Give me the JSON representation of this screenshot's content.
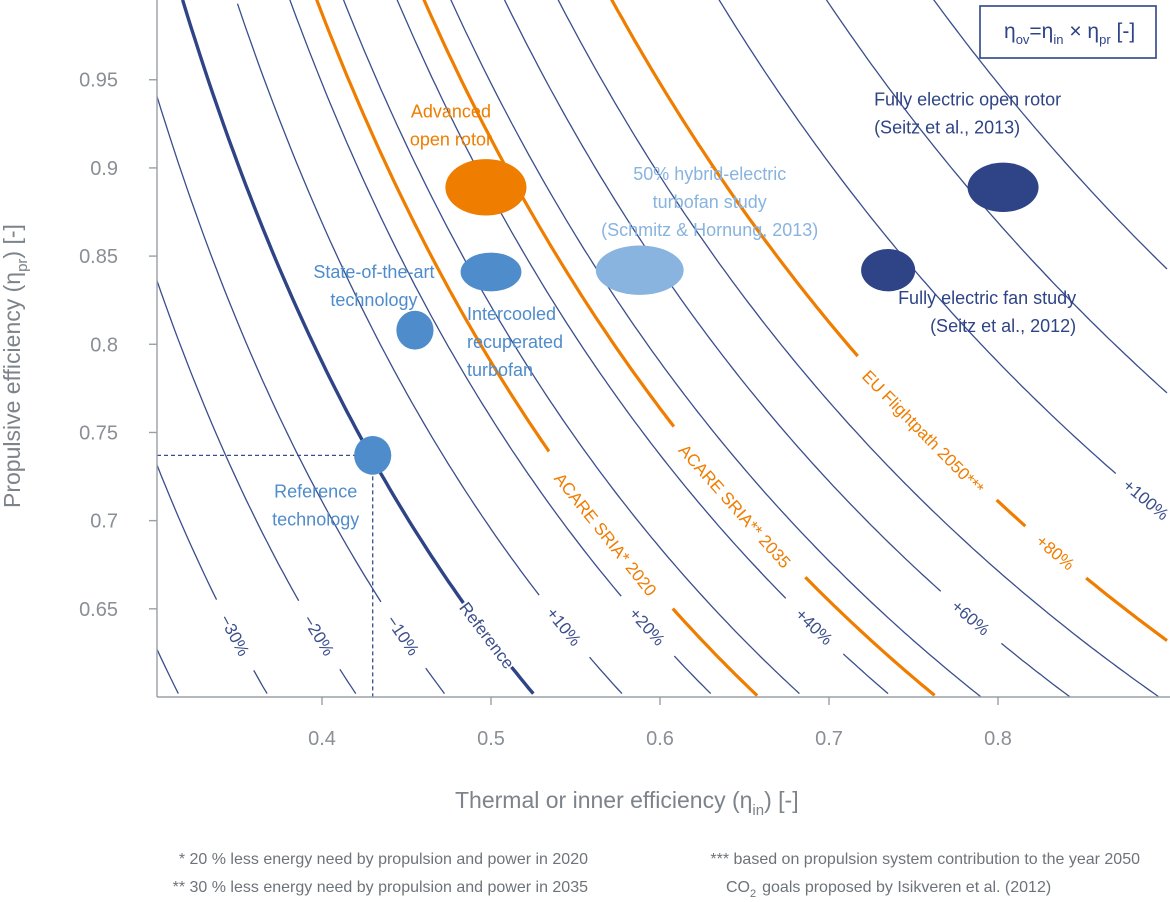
{
  "chart_data": {
    "type": "line",
    "title": "",
    "xlabel": "Thermal or inner efficiency (η",
    "xlabel_sub": "in",
    "xlabel_end": ") [-]",
    "ylabel": "Propulsive efficiency (η",
    "ylabel_sub": "pr",
    "ylabel_end": ") [-]",
    "xlim": [
      0.3,
      0.9
    ],
    "ylim": [
      0.6,
      1.0
    ],
    "xticks": [
      "0.4",
      "0.5",
      "0.6",
      "0.7",
      "0.8"
    ],
    "xtick_values": [
      0.4,
      0.5,
      0.6,
      0.7,
      0.8
    ],
    "yticks": [
      "0.65",
      "0.7",
      "0.75",
      "0.8",
      "0.85",
      "0.9",
      "0.95"
    ],
    "ytick_values": [
      0.65,
      0.7,
      0.75,
      0.8,
      0.85,
      0.9,
      0.95
    ],
    "grid": false,
    "formula": {
      "eta": "η",
      "ov": "ov",
      "eq": "=η",
      "in": "in",
      "times": " × η",
      "pr": "pr",
      "unit": " [-]"
    },
    "reference_product": 0.316,
    "isolines": [
      {
        "label": "−30%",
        "factor": 0.7,
        "color": "#3a4e8c"
      },
      {
        "label": "−20%",
        "factor": 0.8,
        "color": "#3a4e8c"
      },
      {
        "label": "−10%",
        "factor": 0.9,
        "color": "#3a4e8c"
      },
      {
        "label": "Reference",
        "factor": 1.0,
        "color": "#2f4486",
        "bold": true
      },
      {
        "label": "+10%",
        "factor": 1.1,
        "color": "#3a4e8c"
      },
      {
        "label": "+20%",
        "factor": 1.2,
        "color": "#3a4e8c"
      },
      {
        "label": "+40%",
        "factor": 1.4,
        "color": "#3a4e8c"
      },
      {
        "label": "+60%",
        "factor": 1.6,
        "color": "#3a4e8c"
      },
      {
        "label": "+80%",
        "factor": 1.8,
        "color": "#ef7d00"
      },
      {
        "label": "+100%",
        "factor": 2.0,
        "color": "#3a4e8c"
      },
      {
        "label": "",
        "factor": 0.6,
        "color": "#3a4e8c"
      },
      {
        "label": "",
        "factor": 1.3,
        "color": "#3a4e8c"
      },
      {
        "label": "",
        "factor": 1.5,
        "color": "#3a4e8c"
      },
      {
        "label": "",
        "factor": 1.7,
        "color": "#3a4e8c"
      },
      {
        "label": "",
        "factor": 2.2,
        "color": "#3a4e8c"
      },
      {
        "label": "",
        "factor": 2.4,
        "color": "#3a4e8c"
      }
    ],
    "targets": [
      {
        "label": "ACARE SRIA* 2020",
        "factor": 1.25,
        "color": "#ef7d00"
      },
      {
        "label": "ACARE SRIA** 2035",
        "factor": 1.45,
        "color": "#ef7d00"
      },
      {
        "label": "EU Flightpath 2050***",
        "factor": 1.8,
        "color": "#ef7d00"
      }
    ],
    "points": [
      {
        "name": "Reference technology",
        "label": [
          "Reference",
          "technology"
        ],
        "x": 0.43,
        "y": 0.737,
        "color": "#4f8ccb",
        "rx": 0.011,
        "ry": 0.011
      },
      {
        "name": "State-of-the-art technology",
        "label": [
          "State-of-the-art",
          "technology"
        ],
        "x": 0.455,
        "y": 0.808,
        "color": "#4f8ccb",
        "rx": 0.011,
        "ry": 0.011
      },
      {
        "name": "Intercooled recuperated turbofan",
        "label": [
          "Intercooled",
          "recuperated",
          "turbofan"
        ],
        "x": 0.5,
        "y": 0.841,
        "color": "#4f8ccb",
        "rx": 0.018,
        "ry": 0.011
      },
      {
        "name": "Advanced open rotor",
        "label": [
          "Advanced",
          "open rotor"
        ],
        "x": 0.497,
        "y": 0.889,
        "color": "#ef7d00",
        "rx": 0.024,
        "ry": 0.016
      },
      {
        "name": "50% hybrid-electric turbofan study",
        "label": [
          "50% hybrid-electric",
          "turbofan study",
          "(Schmitz & Hornung, 2013)"
        ],
        "x": 0.588,
        "y": 0.842,
        "color": "#88b4df",
        "rx": 0.026,
        "ry": 0.014
      },
      {
        "name": "Fully electric fan study",
        "label": [
          "Fully electric fan study",
          "(Seitz et al., 2012)"
        ],
        "x": 0.735,
        "y": 0.842,
        "color": "#2f4486",
        "rx": 0.016,
        "ry": 0.012
      },
      {
        "name": "Fully electric open rotor",
        "label": [
          "Fully electric open rotor",
          "(Seitz et al., 2013)"
        ],
        "x": 0.803,
        "y": 0.889,
        "color": "#2f4486",
        "rx": 0.021,
        "ry": 0.014
      }
    ],
    "reference_guides": {
      "x": 0.43,
      "y": 0.737
    },
    "footnotes": [
      "* 20 % less energy need by propulsion and power in 2020",
      "** 30 % less energy need by propulsion and power in 2035",
      "*** based on propulsion system contribution to the year 2050",
      "CO",
      "2",
      "goals proposed by Isikveren et al. (2012)"
    ]
  }
}
